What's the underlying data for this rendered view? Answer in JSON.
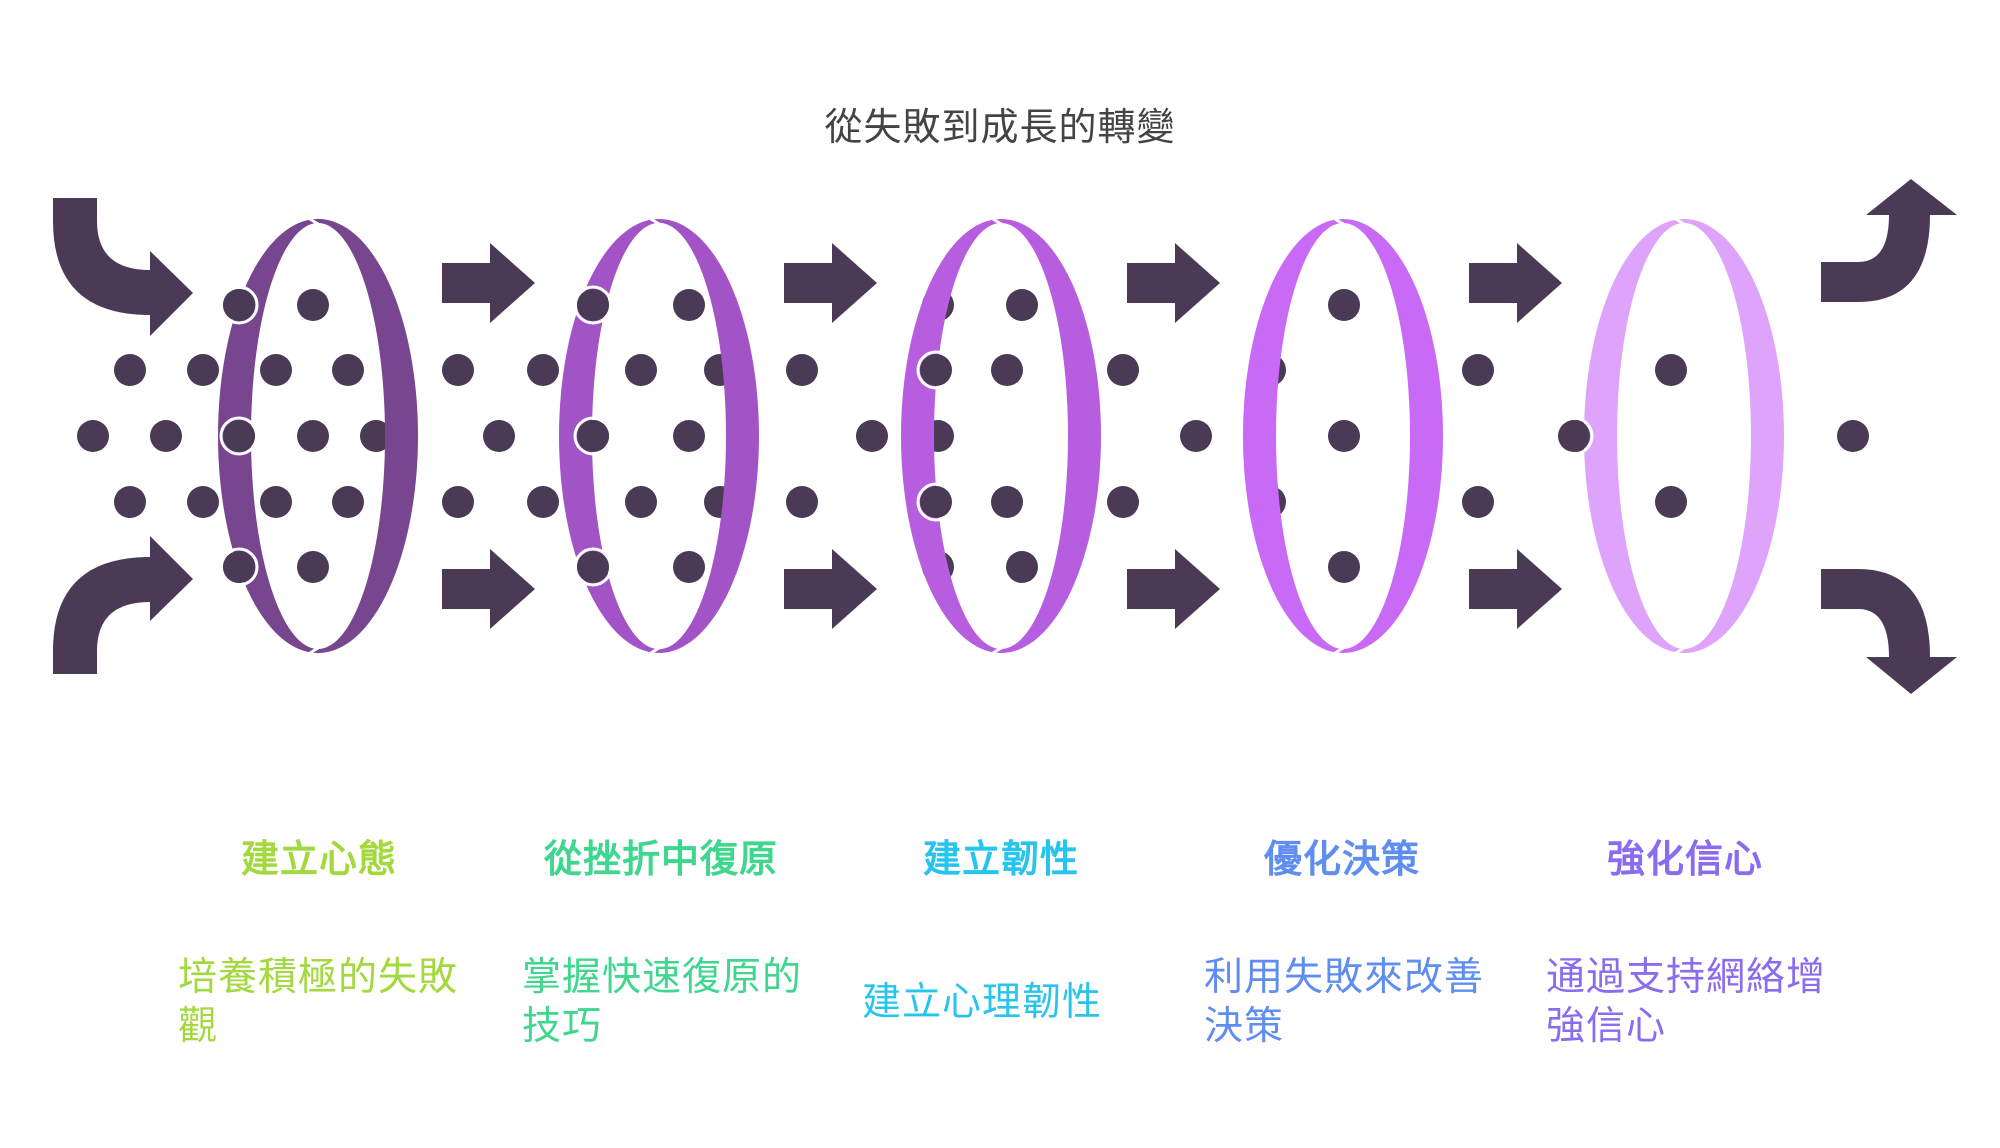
{
  "title": "從失敗到成長的轉變",
  "colors": {
    "arrow": "#4a3a55",
    "dot": "#4a3a55",
    "lenses": [
      "#77468e",
      "#a254c7",
      "#b75de0",
      "#c86af5",
      "#dea3fb"
    ]
  },
  "icons": {
    "inflow_top": "curved-arrow-right-icon",
    "inflow_bottom": "curved-arrow-right-icon",
    "flow": "arrow-right-icon",
    "outflow_top": "curved-arrow-up-icon",
    "outflow_bottom": "curved-arrow-down-icon"
  },
  "stages": [
    {
      "heading": "建立心態",
      "description": "培養積極的失敗觀",
      "color": "#a3d93f"
    },
    {
      "heading": "從挫折中復原",
      "description": "掌握快速復原的技巧",
      "color": "#3fd68e"
    },
    {
      "heading": "建立韌性",
      "description": "建立心理韌性",
      "color": "#27c4ee"
    },
    {
      "heading": "優化決策",
      "description": "利用失敗來改善決策",
      "color": "#5f8ef0"
    },
    {
      "heading": "強化信心",
      "description": "通過支持網絡增強信心",
      "color": "#8a6cf0"
    }
  ]
}
